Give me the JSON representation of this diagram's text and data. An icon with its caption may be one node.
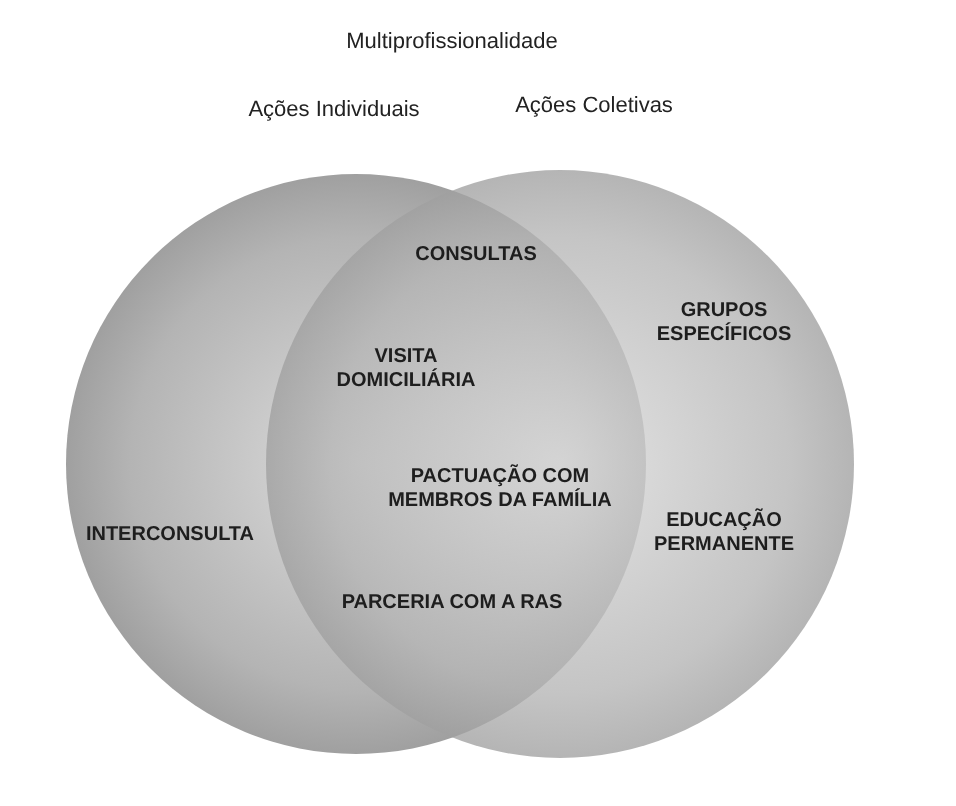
{
  "diagram": {
    "title": "Multiprofissionalidade",
    "nodes": [
      {
        "text": [
          "Ações Individuais"
        ]
      },
      {
        "text": [
          "Ações Coletivas"
        ]
      }
    ],
    "labels": [
      "CONSULTAS",
      "GRUPOS ESPECÍFICOS",
      "VISITA DOMICILIÁRIA",
      "PACTUAÇÃO COM MEMBROS DA FAMÍLIA",
      "INTERCONSULTA",
      "EDUCAÇÃO PERMANENTE",
      "PARCERIA COM A RAS"
    ]
  }
}
